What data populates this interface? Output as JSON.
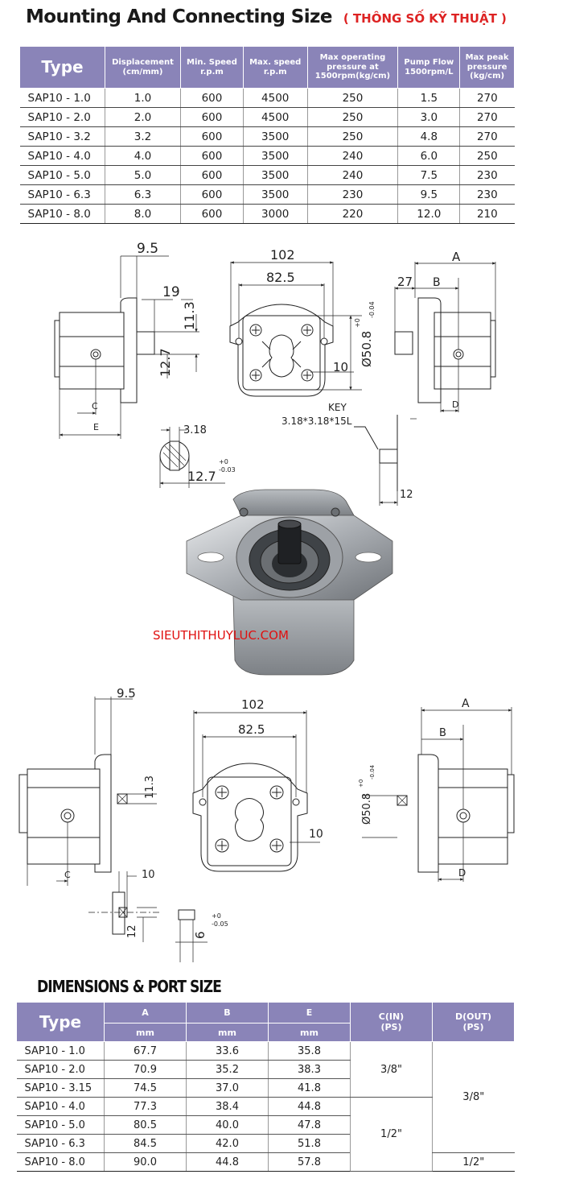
{
  "header": {
    "title": "Mounting And Connecting Size",
    "subtitle": "( THÔNG SỐ KỸ THUẬT )"
  },
  "spec_table": {
    "columns": [
      "Type",
      "Displacement\n(cm/mm)",
      "Min. Speed\nr.p.m",
      "Max. speed\nr.p.m",
      "Max operating\npressure at\n1500rpm(kg/cm)",
      "Pump Flow\n1500rpm/L",
      "Max peak\npressure\n(kg/cm)"
    ],
    "rows": [
      [
        "SAP10 - 1.0",
        "1.0",
        "600",
        "4500",
        "250",
        "1.5",
        "270"
      ],
      [
        "SAP10 - 2.0",
        "2.0",
        "600",
        "4500",
        "250",
        "3.0",
        "270"
      ],
      [
        "SAP10 - 3.2",
        "3.2",
        "600",
        "3500",
        "250",
        "4.8",
        "270"
      ],
      [
        "SAP10 - 4.0",
        "4.0",
        "600",
        "3500",
        "240",
        "6.0",
        "250"
      ],
      [
        "SAP10 - 5.0",
        "5.0",
        "600",
        "3500",
        "240",
        "7.5",
        "230"
      ],
      [
        "SAP10 - 6.3",
        "6.3",
        "600",
        "3500",
        "230",
        "9.5",
        "230"
      ],
      [
        "SAP10 - 8.0",
        "8.0",
        "600",
        "3000",
        "220",
        "12.0",
        "210"
      ]
    ]
  },
  "drawing1": {
    "flange_width": "9.5",
    "key_offset": "19",
    "key_height": "11.3",
    "shaft_center": "12.7",
    "label_c": "C",
    "label_e": "E",
    "mount_width": "102",
    "bolt_spacing": "82.5",
    "pilot_diameter": "Ø50.8",
    "tol_top": "+0",
    "tol_bottom": "-0.04",
    "slot_width": "10",
    "label_a": "A",
    "label_b": "B",
    "face_offset": "27",
    "label_d": "D",
    "key_width": "3.18",
    "shaft_dia": "12.7",
    "shaft_tol_top": "+0",
    "shaft_tol_bottom": "-0.03",
    "key_title": "KEY",
    "key_spec": "3.18*3.18*15L",
    "key_len": "12"
  },
  "watermark": "SIEUTHITHUYLUC.COM",
  "drawing2": {
    "flange_width": "9.5",
    "key_height": "11.3",
    "label_c": "C",
    "mount_width": "102",
    "bolt_spacing": "82.5",
    "slot_width": "10",
    "pilot_diameter": "Ø50.8",
    "tol_top": "+0",
    "tol_bottom": "-0.04",
    "label_a": "A",
    "label_b": "B",
    "label_d": "D",
    "key_len": "10",
    "key_height2": "12",
    "shaft_dia": "6",
    "shaft_tol_top": "+0",
    "shaft_tol_bottom": "-0.05"
  },
  "dims_section": {
    "title": "DIMENSIONS & PORT SIZE",
    "col_type": "Type",
    "col_a": "A",
    "col_b": "B",
    "col_e": "E",
    "col_c": "C(IN)",
    "col_c_sub": "(PS)",
    "col_d": "D(OUT)",
    "col_d_sub": "(PS)",
    "unit": "mm",
    "rows": [
      [
        "SAP10 - 1.0",
        "67.7",
        "33.6",
        "35.8"
      ],
      [
        "SAP10 - 2.0",
        "70.9",
        "35.2",
        "38.3"
      ],
      [
        "SAP10 - 3.15",
        "74.5",
        "37.0",
        "41.8"
      ],
      [
        "SAP10 - 4.0",
        "77.3",
        "38.4",
        "44.8"
      ],
      [
        "SAP10 - 5.0",
        "80.5",
        "40.0",
        "47.8"
      ],
      [
        "SAP10 - 6.3",
        "84.5",
        "42.0",
        "51.8"
      ],
      [
        "SAP10 - 8.0",
        "90.0",
        "44.8",
        "57.8"
      ]
    ],
    "c_in": [
      "3/8\"",
      "1/2\""
    ],
    "d_out": [
      "3/8\"",
      "1/2\""
    ]
  }
}
